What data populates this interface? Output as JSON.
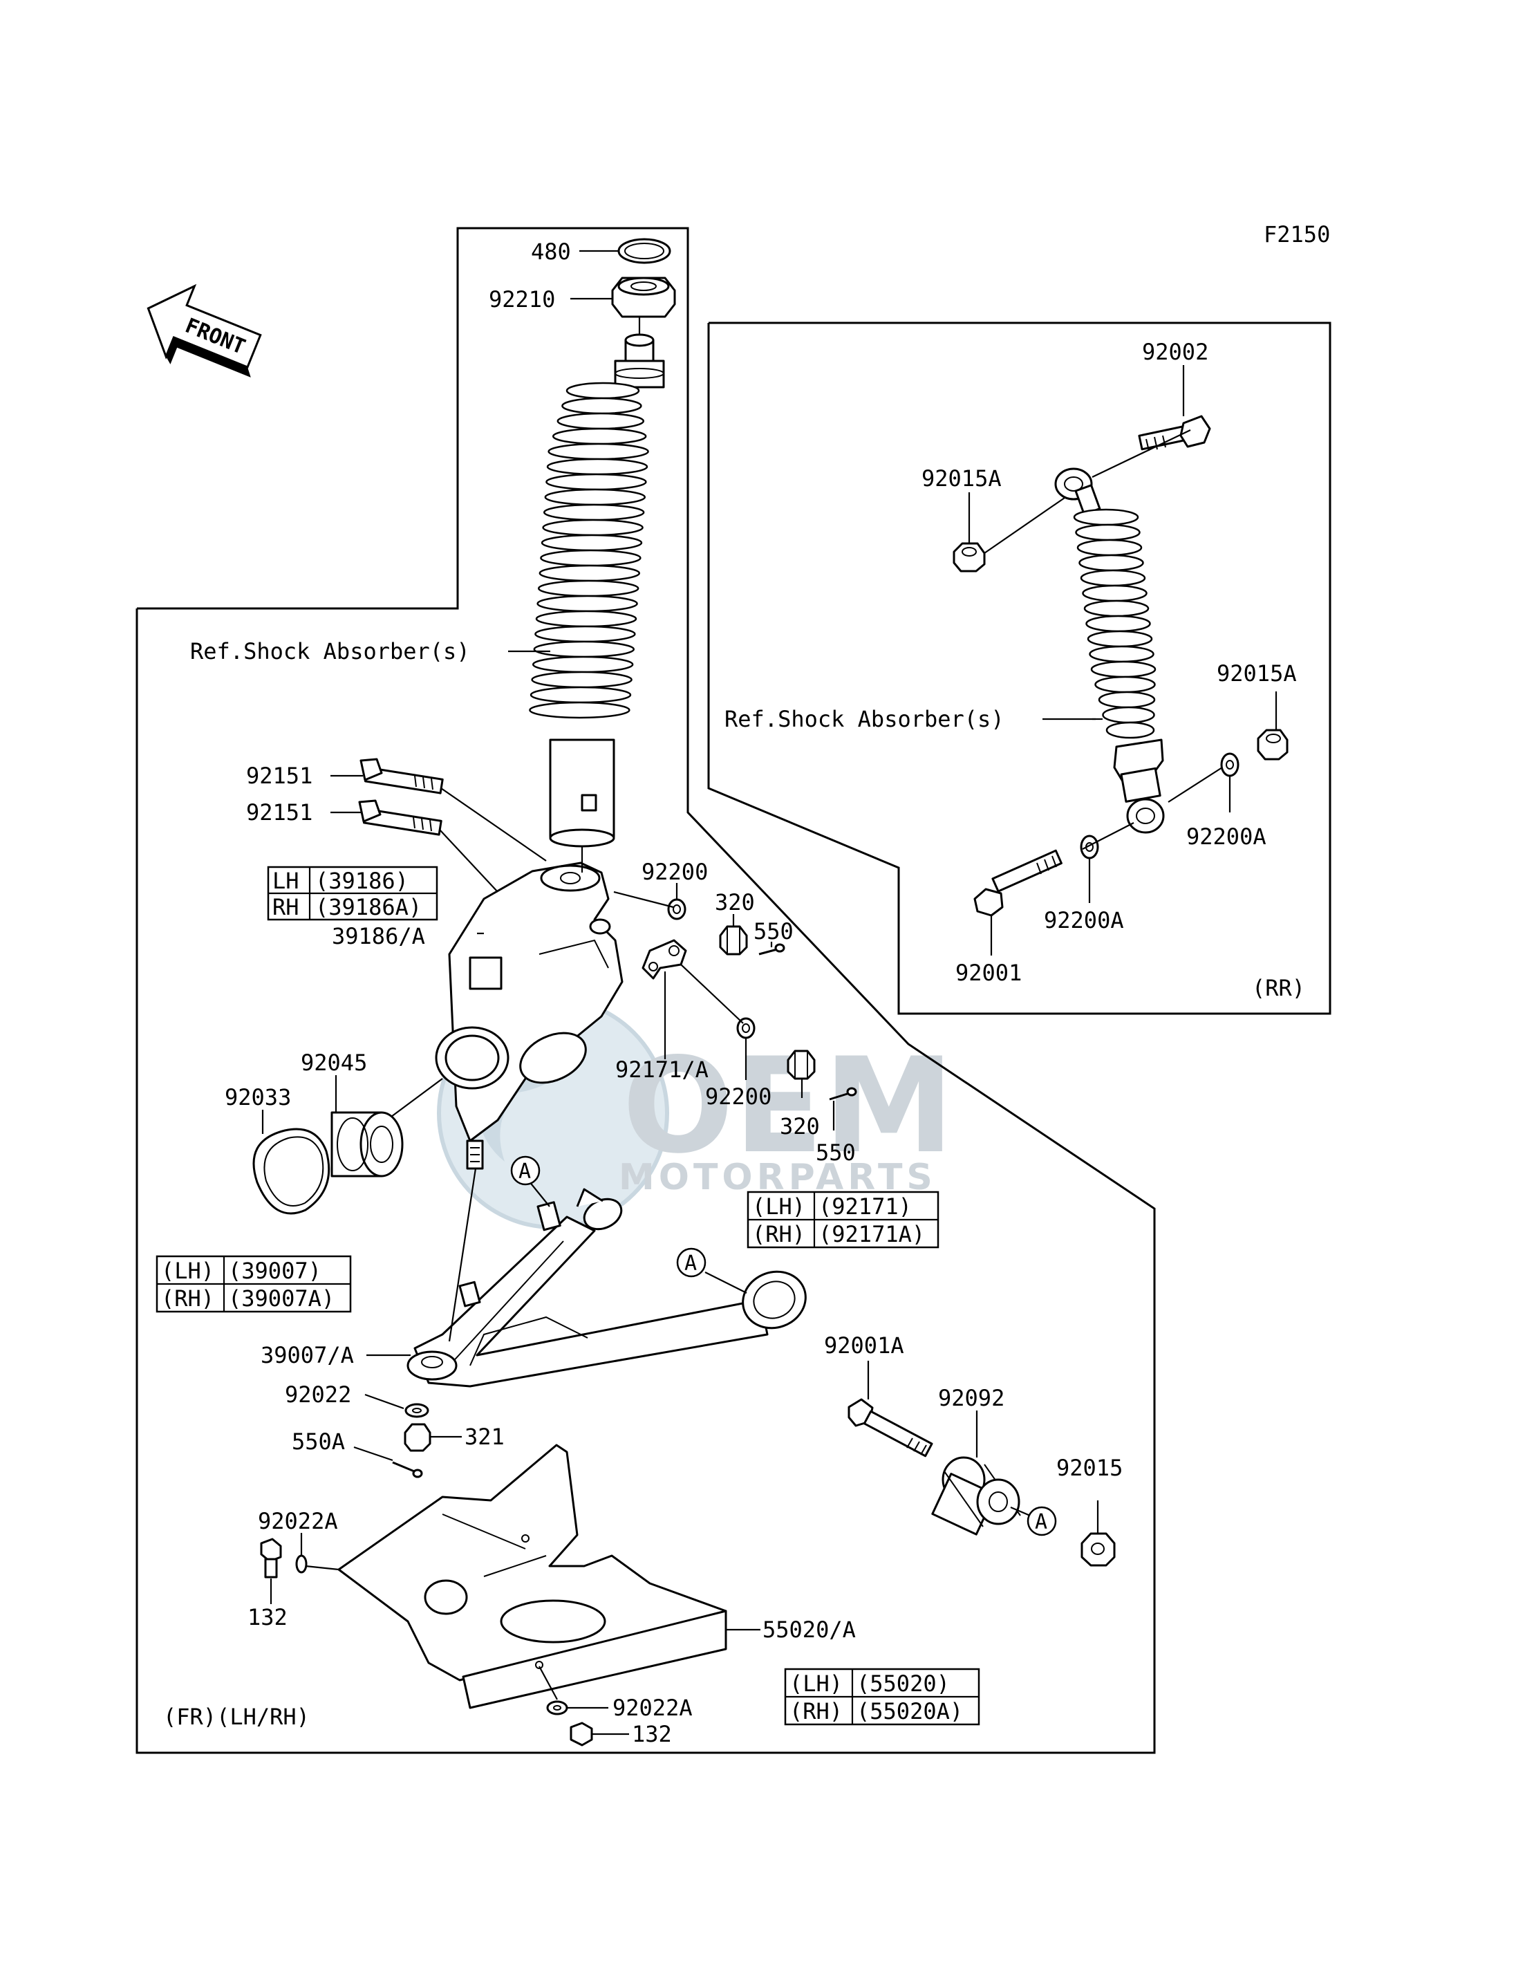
{
  "diagram_code": "F2150",
  "front_label": "FRONT",
  "watermark": {
    "brand": "OEM",
    "sub": "MOTORPARTS"
  },
  "front_section": {
    "caption": "(FR)(LH/RH)",
    "shock_ref": "Ref.Shock Absorber(s)",
    "callouts": [
      "480",
      "92210",
      "92151",
      "92151",
      "39186/A",
      "92200",
      "320",
      "550",
      "92171/A",
      "92200",
      "320",
      "550",
      "92045",
      "92033",
      "39007/A",
      "92022",
      "321",
      "550A",
      "92022A",
      "132",
      "55020/A",
      "92022A",
      "132",
      "92001A",
      "92092",
      "92015",
      "A",
      "A",
      "A"
    ],
    "tables": {
      "knuckle": [
        [
          "LH",
          "(39186)"
        ],
        [
          "RH",
          "(39186A)"
        ]
      ],
      "bracket": [
        [
          "(LH)",
          "(92171)"
        ],
        [
          "(RH)",
          "(92171A)"
        ]
      ],
      "arm": [
        [
          "(LH)",
          "(39007)"
        ],
        [
          "(RH)",
          "(39007A)"
        ]
      ],
      "guard": [
        [
          "(LH)",
          "(55020)"
        ],
        [
          "(RH)",
          "(55020A)"
        ]
      ]
    }
  },
  "rear_section": {
    "caption": "(RR)",
    "shock_ref": "Ref.Shock Absorber(s)",
    "callouts": [
      "92002",
      "92015A",
      "92015A",
      "92200A",
      "92200A",
      "92001"
    ]
  }
}
